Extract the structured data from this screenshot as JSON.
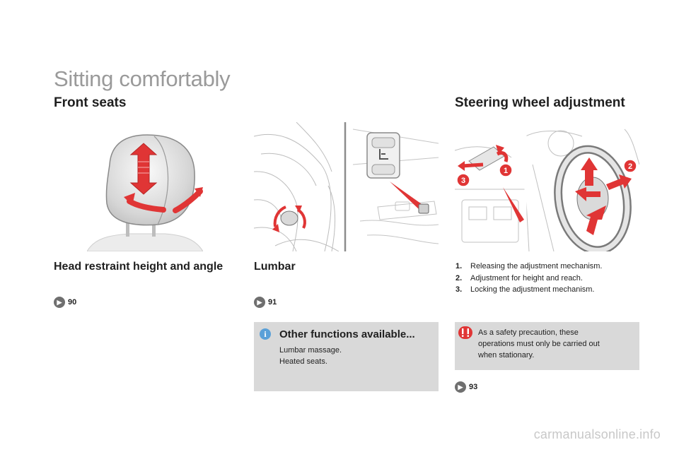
{
  "page": {
    "title": "Sitting comfortably"
  },
  "front_seats": {
    "title": "Front seats",
    "head_restraint": {
      "label": "Head restraint height and angle",
      "ref": "90"
    },
    "lumbar": {
      "label": "Lumbar",
      "ref": "91"
    }
  },
  "other_functions": {
    "title": "Other functions available...",
    "lines": [
      "Lumbar massage.",
      "Heated seats."
    ]
  },
  "steering": {
    "title": "Steering wheel adjustment",
    "steps": [
      {
        "num": "1.",
        "text": "Releasing the adjustment mechanism."
      },
      {
        "num": "2.",
        "text": "Adjustment for height and reach."
      },
      {
        "num": "3.",
        "text": "Locking the adjustment mechanism."
      }
    ],
    "callouts": [
      "1",
      "2",
      "3"
    ],
    "warning": {
      "lines": [
        "As a safety precaution, these",
        "operations must only be carried out",
        "when stationary."
      ]
    },
    "ref": "93"
  },
  "watermark": "carmanualsonline.info",
  "colors": {
    "accent_red": "#e03535",
    "info_blue": "#5aa0d8",
    "box_grey": "#d9d9d9",
    "title_grey": "#9a9a9a"
  }
}
